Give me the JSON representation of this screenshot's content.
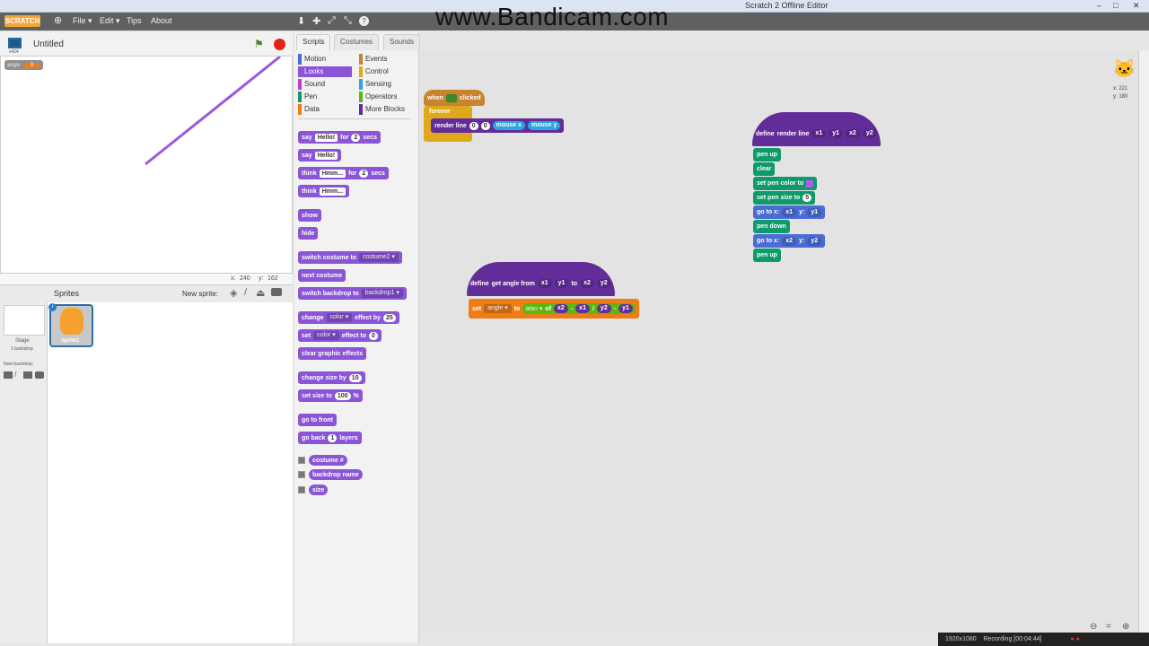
{
  "window": {
    "title": "Scratch 2 Offline Editor",
    "watermark": "www.Bandicam.com",
    "controls": [
      "–",
      "□",
      "✕"
    ]
  },
  "menubar": {
    "logo": "SCRATCH",
    "items": [
      "File ▾",
      "Edit ▾",
      "Tips",
      "About"
    ],
    "tools": [
      "⬇",
      "✚",
      "⤢",
      "⤡",
      "?"
    ]
  },
  "stage": {
    "project_title": "Untitled",
    "version": "v424",
    "variable": {
      "name": "angle",
      "value": "0"
    },
    "pen_color": "#9b59d9",
    "mouse_x_label": "x:",
    "mouse_x": "240",
    "mouse_y_label": "y:",
    "mouse_y": "162"
  },
  "sprites": {
    "header": "Sprites",
    "new_sprite": "New sprite:",
    "sprite_name": "Sprite1",
    "stage_label": "Stage",
    "stage_sub": "1 backdrop",
    "new_backdrop": "New backdrop:"
  },
  "tabs": [
    "Scripts",
    "Costumes",
    "Sounds"
  ],
  "categories": [
    {
      "label": "Motion",
      "color": "#4a6cd4"
    },
    {
      "label": "Events",
      "color": "#c88330"
    },
    {
      "label": "Looks",
      "color": "#8a55d7",
      "active": true
    },
    {
      "label": "Control",
      "color": "#e1a91a"
    },
    {
      "label": "Sound",
      "color": "#bb42c3"
    },
    {
      "label": "Sensing",
      "color": "#2ca5e2"
    },
    {
      "label": "Pen",
      "color": "#0e9a6c"
    },
    {
      "label": "Operators",
      "color": "#5cb712"
    },
    {
      "label": "Data",
      "color": "#ee7d16"
    },
    {
      "label": "More Blocks",
      "color": "#632d99"
    }
  ],
  "palette_blocks": [
    [
      [
        "t",
        "say"
      ],
      [
        "in",
        "Hello!"
      ],
      [
        "t",
        "for"
      ],
      [
        "num",
        "2"
      ],
      [
        "t",
        "secs"
      ]
    ],
    [
      [
        "t",
        "say"
      ],
      [
        "in",
        "Hello!"
      ]
    ],
    [
      [
        "t",
        "think"
      ],
      [
        "in",
        "Hmm..."
      ],
      [
        "t",
        "for"
      ],
      [
        "num",
        "2"
      ],
      [
        "t",
        "secs"
      ]
    ],
    [
      [
        "t",
        "think"
      ],
      [
        "in",
        "Hmm..."
      ]
    ],
    [
      [
        "t",
        "show"
      ]
    ],
    [
      [
        "t",
        "hide"
      ]
    ],
    [
      [
        "t",
        "switch costume to"
      ],
      [
        "dd",
        "costume2 ▾"
      ]
    ],
    [
      [
        "t",
        "next costume"
      ]
    ],
    [
      [
        "t",
        "switch backdrop to"
      ],
      [
        "dd",
        "backdrop1 ▾"
      ]
    ],
    [
      [
        "t",
        "change"
      ],
      [
        "dd",
        "color ▾"
      ],
      [
        "t",
        "effect by"
      ],
      [
        "num",
        "25"
      ]
    ],
    [
      [
        "t",
        "set"
      ],
      [
        "dd",
        "color ▾"
      ],
      [
        "t",
        "effect to"
      ],
      [
        "num",
        "0"
      ]
    ],
    [
      [
        "t",
        "clear graphic effects"
      ]
    ],
    [
      [
        "t",
        "change size by"
      ],
      [
        "num",
        "10"
      ]
    ],
    [
      [
        "t",
        "set size to"
      ],
      [
        "num",
        "100"
      ],
      [
        "t",
        "%"
      ]
    ],
    [
      [
        "t",
        "go to front"
      ]
    ],
    [
      [
        "t",
        "go back"
      ],
      [
        "num",
        "1"
      ],
      [
        "t",
        "layers"
      ]
    ],
    [
      [
        "t",
        "costume #"
      ]
    ],
    [
      [
        "t",
        "backdrop name"
      ]
    ],
    [
      [
        "t",
        "size"
      ]
    ]
  ],
  "scripts": {
    "colors": {
      "events": "#c88330",
      "control": "#e1a91a",
      "more": "#632d99",
      "pen": "#0e9a6c",
      "motion": "#4a6cd4",
      "data": "#ee7d16",
      "operators": "#5cb712",
      "sensing": "#2ca5e2"
    },
    "when_flag": [
      [
        "t",
        "when"
      ],
      [
        "flag",
        ""
      ],
      [
        "t",
        "clicked"
      ]
    ],
    "forever": [
      [
        "t",
        "forever"
      ]
    ],
    "render_call": [
      [
        "t",
        "render line"
      ],
      [
        "num",
        "0"
      ],
      [
        "num",
        "0"
      ],
      [
        "sens",
        "mouse x"
      ],
      [
        "sens",
        "mouse y"
      ]
    ],
    "define_angle": [
      [
        "t",
        "define"
      ],
      [
        "t",
        "get angle from"
      ],
      [
        "rep",
        "x1"
      ],
      [
        "rep",
        "y1"
      ],
      [
        "t",
        "to"
      ],
      [
        "rep",
        "x2"
      ],
      [
        "rep",
        "y2"
      ]
    ],
    "set_angle": [
      [
        "t",
        "set"
      ],
      [
        "dd",
        "angle ▾"
      ],
      [
        "t",
        "to"
      ],
      [
        "op",
        "atan ▾|of|x2|-|x1|/|y2|-|y1"
      ]
    ],
    "define_render": [
      [
        "t",
        "define"
      ],
      [
        "t",
        "render line"
      ],
      [
        "rep",
        "x1"
      ],
      [
        "rep",
        "y1"
      ],
      [
        "rep",
        "x2"
      ],
      [
        "rep",
        "y2"
      ]
    ],
    "render_body": [
      {
        "cat": "pen",
        "parts": [
          [
            "t",
            "pen up"
          ]
        ]
      },
      {
        "cat": "pen",
        "parts": [
          [
            "t",
            "clear"
          ]
        ]
      },
      {
        "cat": "pen",
        "parts": [
          [
            "t",
            "set pen color to"
          ],
          [
            "color",
            "#b05ce8"
          ]
        ]
      },
      {
        "cat": "pen",
        "parts": [
          [
            "t",
            "set pen size to"
          ],
          [
            "num",
            "5"
          ]
        ]
      },
      {
        "cat": "motion",
        "parts": [
          [
            "t",
            "go to x:"
          ],
          [
            "rep",
            "x1"
          ],
          [
            "t",
            "y:"
          ],
          [
            "rep",
            "y1"
          ]
        ]
      },
      {
        "cat": "pen",
        "parts": [
          [
            "t",
            "pen down"
          ]
        ]
      },
      {
        "cat": "motion",
        "parts": [
          [
            "t",
            "go to x:"
          ],
          [
            "rep",
            "x2"
          ],
          [
            "t",
            "y:"
          ],
          [
            "rep",
            "y2"
          ]
        ]
      },
      {
        "cat": "pen",
        "parts": [
          [
            "t",
            "pen up"
          ]
        ]
      }
    ]
  },
  "sprite_info": {
    "x_label": "x:",
    "x": "221",
    "y_label": "y:",
    "y": "180"
  },
  "bandicam": {
    "resolution": "1920x1080",
    "status": "Recording [00:04:44]"
  }
}
